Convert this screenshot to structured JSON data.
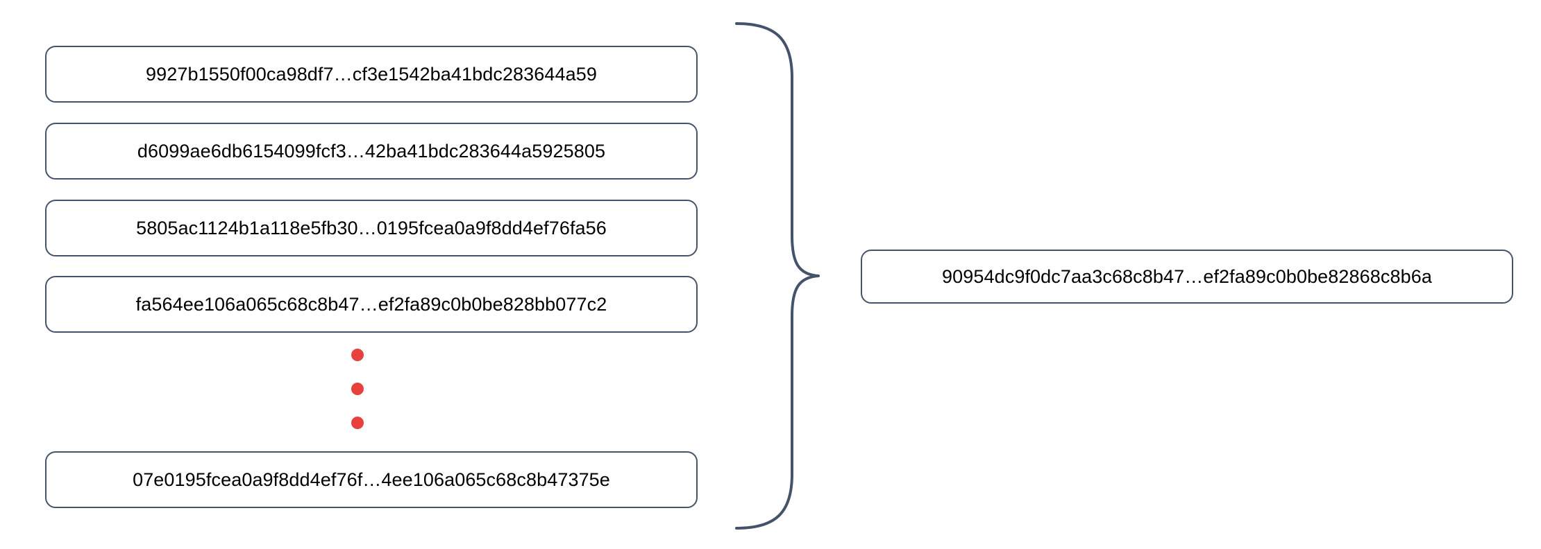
{
  "diagram": {
    "type": "many-to-one-aggregation",
    "background_color": "#ffffff",
    "box_border_color": "#44536b",
    "text_color": "#000000",
    "ellipsis_dot_color": "#e8403c",
    "brace_color": "#44536b",
    "inputs": [
      {
        "label": "9927b1550f00ca98df7…cf3e1542ba41bdc283644a59"
      },
      {
        "label": "d6099ae6db6154099fcf3…42ba41bdc283644a5925805"
      },
      {
        "label": "5805ac1124b1a118e5fb30…0195fcea0a9f8dd4ef76fa56"
      },
      {
        "label": "fa564ee106a065c68c8b47…ef2fa89c0b0be828bb077c2"
      },
      {
        "label": "07e0195fcea0a9f8dd4ef76f…4ee106a065c68c8b47375e"
      }
    ],
    "ellipsis": {
      "dot_count": 3,
      "meaning": "more-items-omitted"
    },
    "output": {
      "label": "90954dc9f0dc7aa3c68c8b47…ef2fa89c0b0be82868c8b6a"
    }
  }
}
